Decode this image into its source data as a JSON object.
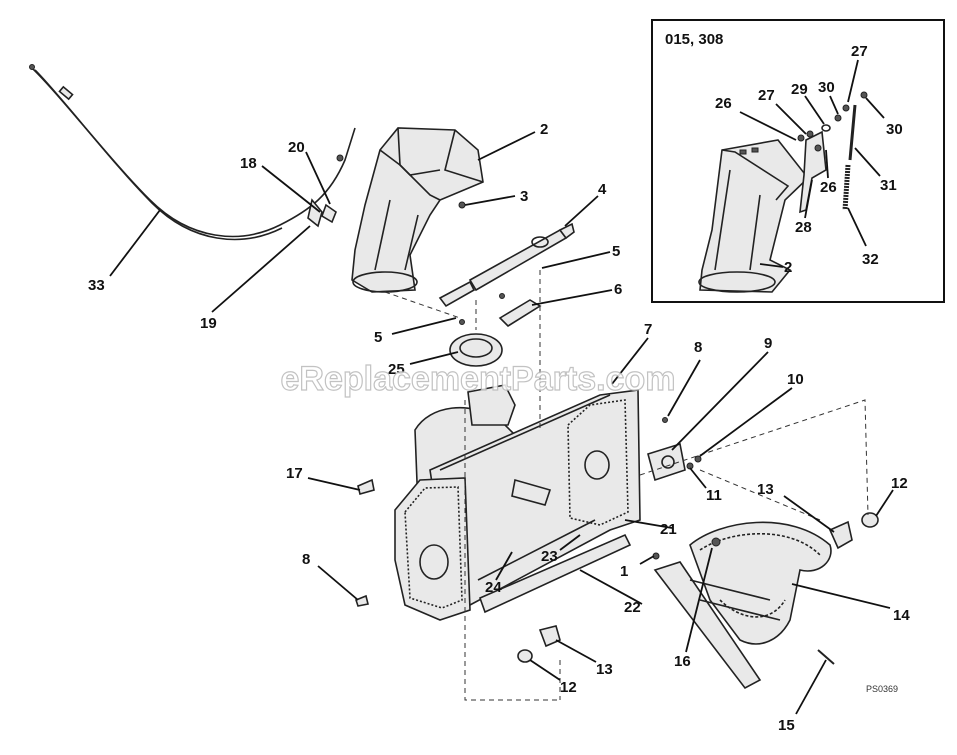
{
  "diagram": {
    "inset": {
      "title": "015, 308"
    },
    "watermark": "eReplacementParts.com",
    "image_code": "PS0369",
    "callouts": {
      "c1": "1",
      "c2": "2",
      "c2b": "2",
      "c3": "3",
      "c4": "4",
      "c5a": "5",
      "c5b": "5",
      "c6": "6",
      "c7": "7",
      "c8a": "8",
      "c8b": "8",
      "c9": "9",
      "c10": "10",
      "c11": "11",
      "c12a": "12",
      "c12b": "12",
      "c13a": "13",
      "c13b": "13",
      "c14": "14",
      "c15": "15",
      "c16": "16",
      "c17": "17",
      "c18": "18",
      "c19": "19",
      "c20": "20",
      "c21": "21",
      "c22": "22",
      "c23": "23",
      "c24": "24",
      "c25": "25",
      "c26a": "26",
      "c26b": "26",
      "c27a": "27",
      "c27b": "27",
      "c28": "28",
      "c29": "29",
      "c30a": "30",
      "c30b": "30",
      "c31": "31",
      "c32": "32",
      "c33": "33"
    }
  }
}
